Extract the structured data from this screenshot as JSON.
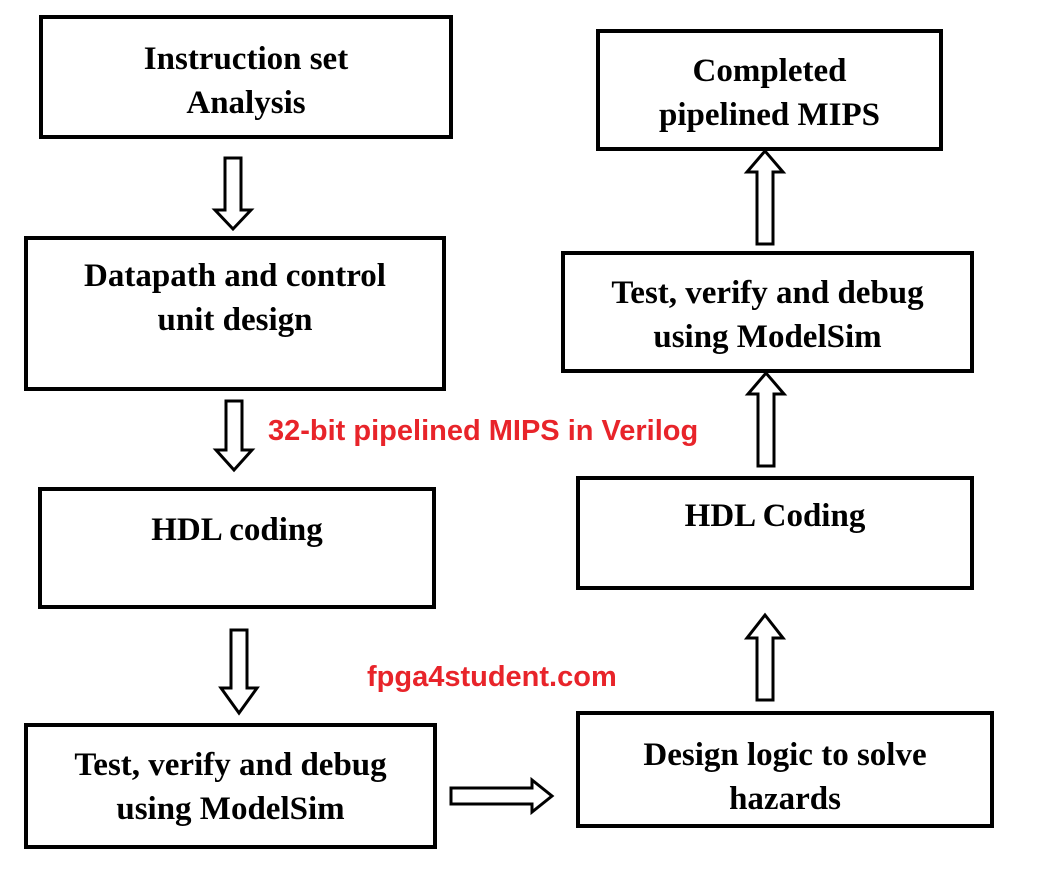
{
  "colors": {
    "caption": "#e8242a",
    "stroke": "#000000",
    "background": "#ffffff"
  },
  "steps": [
    {
      "id": "instruction-set-analysis",
      "lines": [
        "Instruction set",
        "Analysis"
      ]
    },
    {
      "id": "datapath-control-design",
      "lines": [
        "Datapath and control",
        "unit design"
      ]
    },
    {
      "id": "hdl-coding-left",
      "lines": [
        "HDL coding"
      ]
    },
    {
      "id": "test-verify-left",
      "lines": [
        "Test, verify and debug",
        "using ModelSim"
      ]
    },
    {
      "id": "design-hazard-logic",
      "lines": [
        "Design logic to solve",
        "hazards"
      ]
    },
    {
      "id": "hdl-coding-right",
      "lines": [
        "HDL Coding"
      ]
    },
    {
      "id": "test-verify-right",
      "lines": [
        "Test, verify and debug",
        "using ModelSim"
      ]
    },
    {
      "id": "completed-mips",
      "lines": [
        "Completed",
        "pipelined MIPS"
      ]
    }
  ],
  "captions": {
    "title": "32-bit pipelined MIPS in Verilog",
    "watermark": "fpga4student.com"
  },
  "flow": [
    {
      "from": "instruction-set-analysis",
      "to": "datapath-control-design",
      "direction": "down"
    },
    {
      "from": "datapath-control-design",
      "to": "hdl-coding-left",
      "direction": "down"
    },
    {
      "from": "hdl-coding-left",
      "to": "test-verify-left",
      "direction": "down"
    },
    {
      "from": "test-verify-left",
      "to": "design-hazard-logic",
      "direction": "right"
    },
    {
      "from": "design-hazard-logic",
      "to": "hdl-coding-right",
      "direction": "up"
    },
    {
      "from": "hdl-coding-right",
      "to": "test-verify-right",
      "direction": "up"
    },
    {
      "from": "test-verify-right",
      "to": "completed-mips",
      "direction": "up"
    }
  ]
}
